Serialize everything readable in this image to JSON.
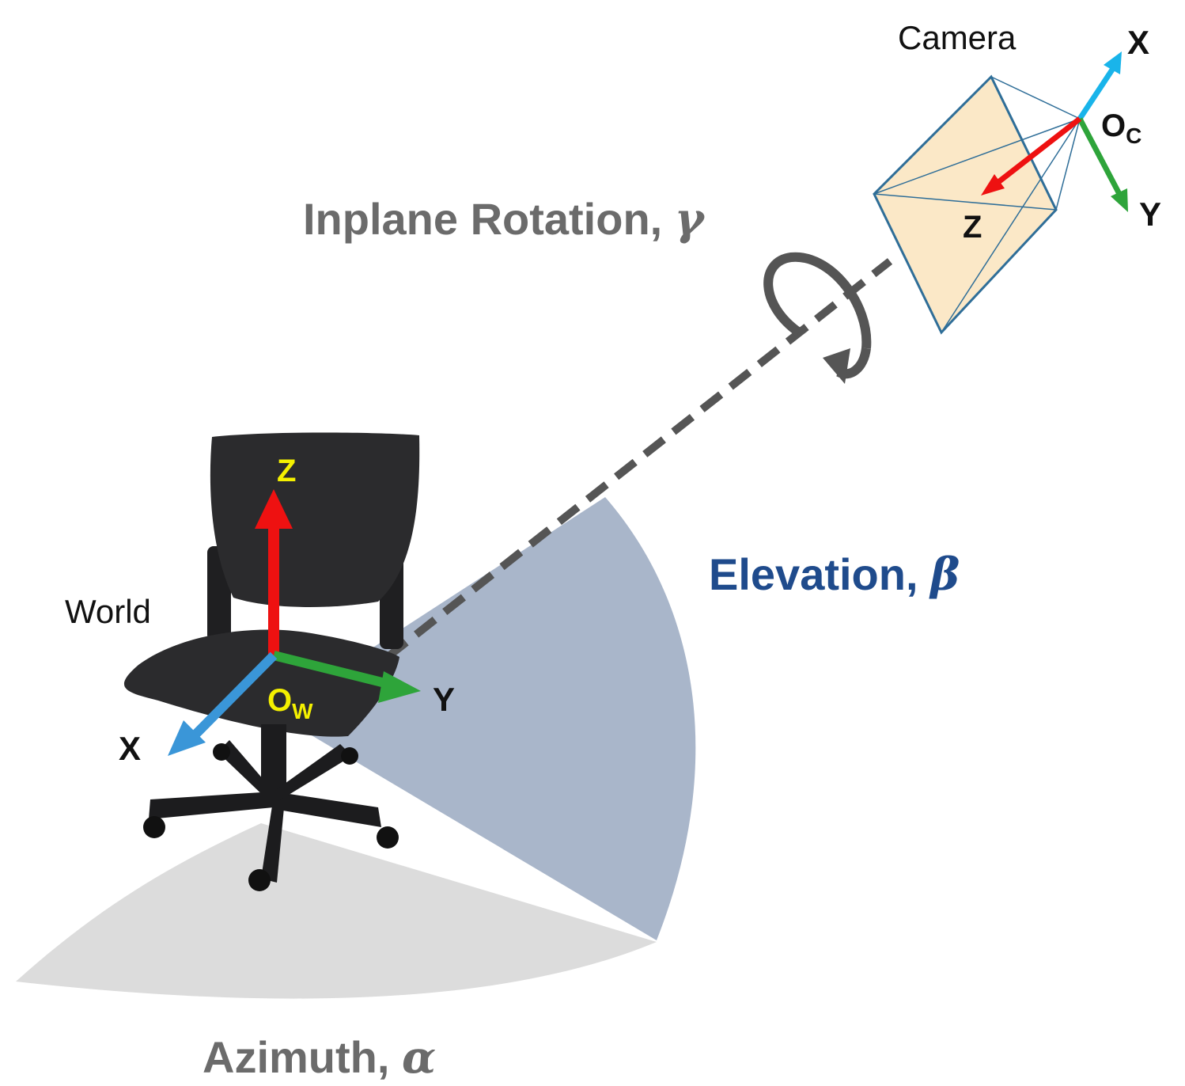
{
  "labels": {
    "camera": "Camera",
    "world": "World",
    "inplane": {
      "text": "Inplane Rotation, ",
      "symbol": "γ"
    },
    "elevation": {
      "text": "Elevation, ",
      "symbol": "β"
    },
    "azimuth": {
      "text": "Azimuth, ",
      "symbol": "α"
    }
  },
  "world_axes": {
    "x": "X",
    "y": "Y",
    "z": "Z",
    "origin": {
      "main": "O",
      "sub": "W"
    }
  },
  "camera_axes": {
    "x": "X",
    "y": "Y",
    "z": "Z",
    "origin": {
      "main": "O",
      "sub": "C"
    }
  },
  "colors": {
    "x_axis_world": "#3a96d8",
    "x_axis_camera": "#19b4ea",
    "y_axis": "#2ea43a",
    "z_axis": "#ee1111",
    "world_label_yellow": "#f4f000",
    "elevation_text": "#1f4b8c",
    "gray_text": "#6b6b6b",
    "elevation_sector": "#a9b6ca",
    "azimuth_sector": "#dcdcdc",
    "camera_body": "#fbe8c7",
    "camera_edge": "#2f6e98",
    "chair": "#2b2b2d"
  }
}
